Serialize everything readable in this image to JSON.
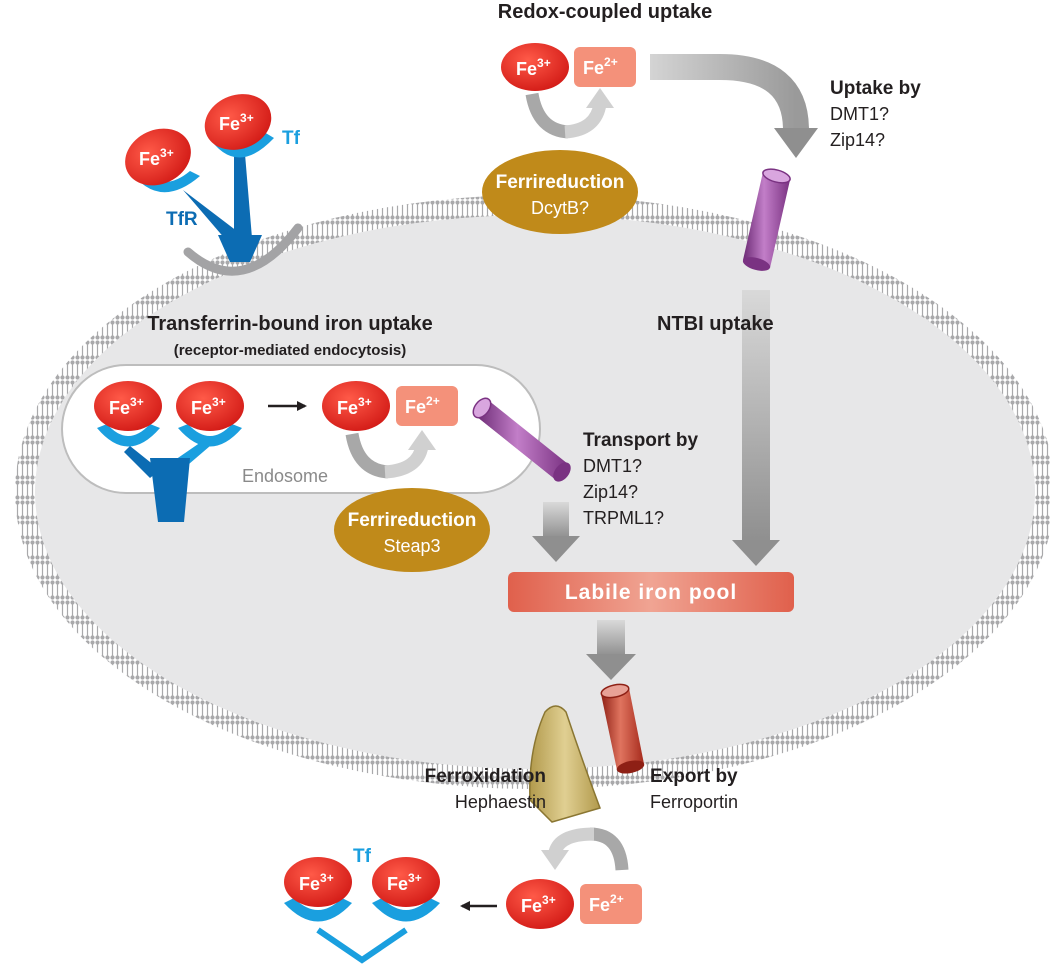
{
  "colors": {
    "fe3": "#e8231f",
    "fe2": "#f4917a",
    "transferrin": "#1a9fdf",
    "receptor": "#0c6cb3",
    "reductase": "#c08a1a",
    "transporter": "#8e3a96",
    "ferroportin": "#b83020",
    "hephaestin": "#c9b260",
    "cell": "#e7e7e8",
    "pool": "#e8705e"
  },
  "icons": {
    "membrane": "lipid-bilayer-icon",
    "channel": "cylinder-transporter-icon",
    "arrow": "gray-gradient-arrow-icon"
  },
  "labels": {
    "fe3": "Fe",
    "fe3_sup": "3+",
    "fe2": "Fe",
    "fe2_sup": "2+",
    "tf": "Tf",
    "tfr": "TfR",
    "redox_title": "Redox-coupled uptake",
    "ferrireduction": "Ferrireduction",
    "dcytb": "DcytB?",
    "steap3": "Steap3",
    "uptake_by": "Uptake by",
    "dmt1": "DMT1?",
    "zip14": "Zip14?",
    "trpml1": "TRPML1?",
    "ntbi": "NTBI uptake",
    "tbi_title": "Transferrin-bound iron uptake",
    "tbi_subtitle": "(receptor-mediated endocytosis)",
    "endosome": "Endosome",
    "transport_by": "Transport by",
    "lip": "Labile iron pool",
    "ferroxidation": "Ferroxidation",
    "hephaestin": "Hephaestin",
    "export_by": "Export by",
    "ferroportin": "Ferroportin"
  }
}
